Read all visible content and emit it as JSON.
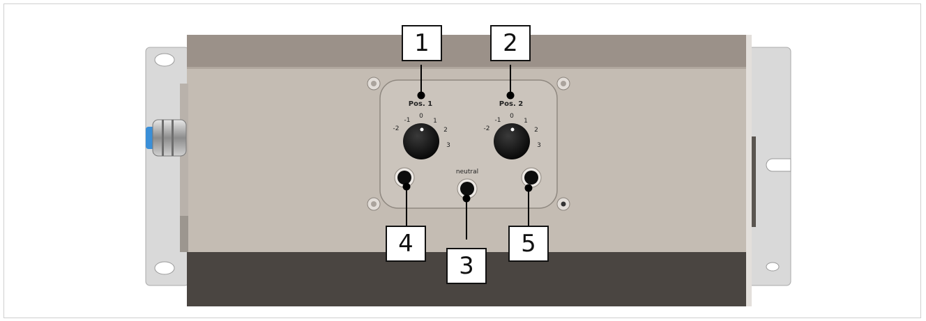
{
  "panel": {
    "pos1_label": "Pos. 1",
    "pos2_label": "Pos. 2",
    "neutral_label": "neutral",
    "dial_scale": [
      "-2",
      "-1",
      "0",
      "1",
      "2",
      "3"
    ]
  },
  "callouts": {
    "c1": "1",
    "c2": "2",
    "c3": "3",
    "c4": "4",
    "c5": "5"
  },
  "colors": {
    "body_top": "#9b9189",
    "body_middle": "#c4bcb3",
    "body_bottom": "#4a4541",
    "bracket": "#d8d8d8",
    "knob": "#111111",
    "fitting_blue": "#3a8fd8"
  }
}
